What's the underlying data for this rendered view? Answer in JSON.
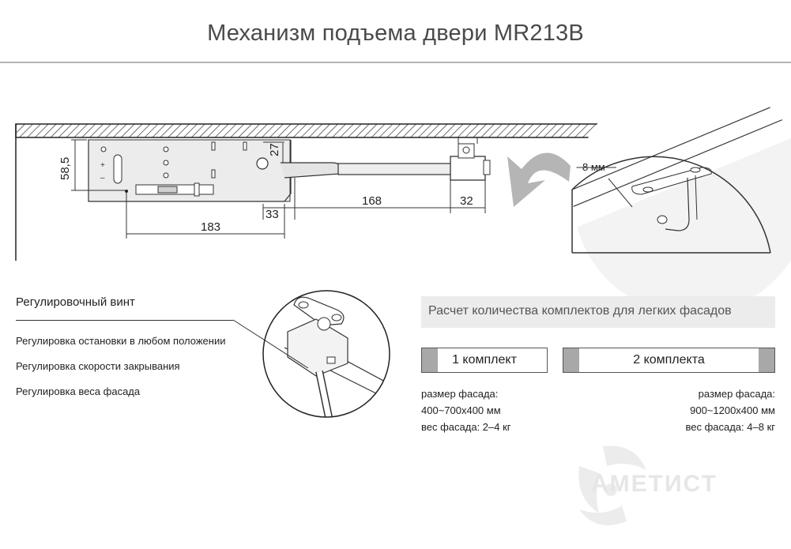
{
  "title": "Механизм подъема двери MR213B",
  "dimensions": {
    "d58_5": "58,5",
    "d27": "27",
    "d33": "33",
    "d168": "168",
    "d32": "32",
    "d183": "183",
    "d8mm": "8 мм"
  },
  "adjustment": {
    "heading": "Регулировочный винт",
    "items": [
      "Регулировка остановки в любом положении",
      "Регулировка скорости закрывания",
      "Регулировка веса фасада"
    ]
  },
  "calculation": {
    "banner": "Расчет количества комплектов для легких фасадов",
    "kits": [
      {
        "label": "1 комплект",
        "spec_lines": [
          "размер фасада:",
          "400~700x400 мм",
          "вес фасада: 2–4 кг"
        ]
      },
      {
        "label": "2 комплекта",
        "spec_lines": [
          "размер фасада:",
          "900~1200x400 мм",
          "вес фасада: 4–8 кг"
        ]
      }
    ]
  },
  "brand": "АМЕТИСТ",
  "colors": {
    "accent_gray": "#a8a8a8",
    "banner_bg": "#ececec",
    "text": "#222222"
  }
}
